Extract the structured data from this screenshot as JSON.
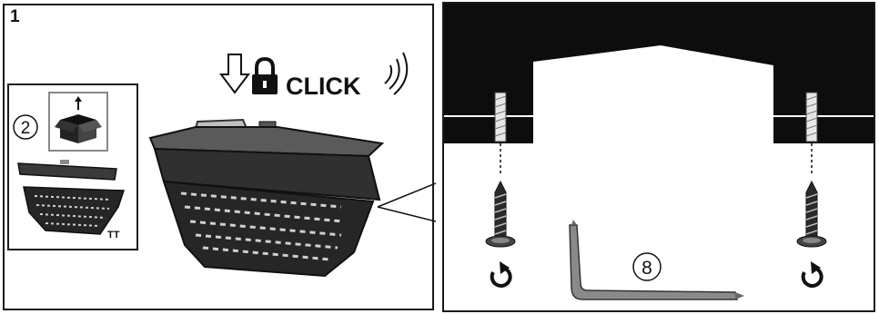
{
  "step": {
    "number": "1"
  },
  "click_text": "CLICK",
  "inset": {
    "circled_number": "2",
    "mark": "TT"
  },
  "tool": {
    "circled_number": "8"
  },
  "icons": [
    "arrow-down-icon",
    "padlock-icon",
    "sound-waves-icon",
    "box-open-icon",
    "rotate-clockwise-icon",
    "l-key-icon",
    "screw-icon"
  ],
  "colors": {
    "line": "#1a1a1a",
    "wall": "#0d0d0d",
    "filter_dark": "#262626"
  }
}
